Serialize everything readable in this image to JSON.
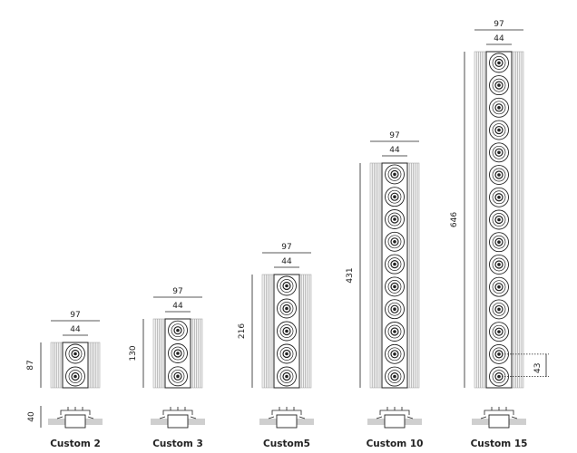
{
  "products": [
    {
      "name": "Custom 2",
      "overall_width": "97",
      "inner_width": "44",
      "height": "87",
      "modules": 2
    },
    {
      "name": "Custom 3",
      "overall_width": "97",
      "inner_width": "44",
      "height": "130",
      "modules": 3
    },
    {
      "name": "Custom5",
      "overall_width": "97",
      "inner_width": "44",
      "height": "216",
      "modules": 5
    },
    {
      "name": "Custom 10",
      "overall_width": "97",
      "inner_width": "44",
      "height": "431",
      "modules": 10
    },
    {
      "name": "Custom 15",
      "overall_width": "97",
      "inner_width": "44",
      "height": "646",
      "modules": 15
    }
  ],
  "module_pitch": "43",
  "section_depth": "40",
  "colors": {
    "line": "#222222",
    "fin": "#9a9a9a",
    "ceiling": "#cfcfcf"
  }
}
